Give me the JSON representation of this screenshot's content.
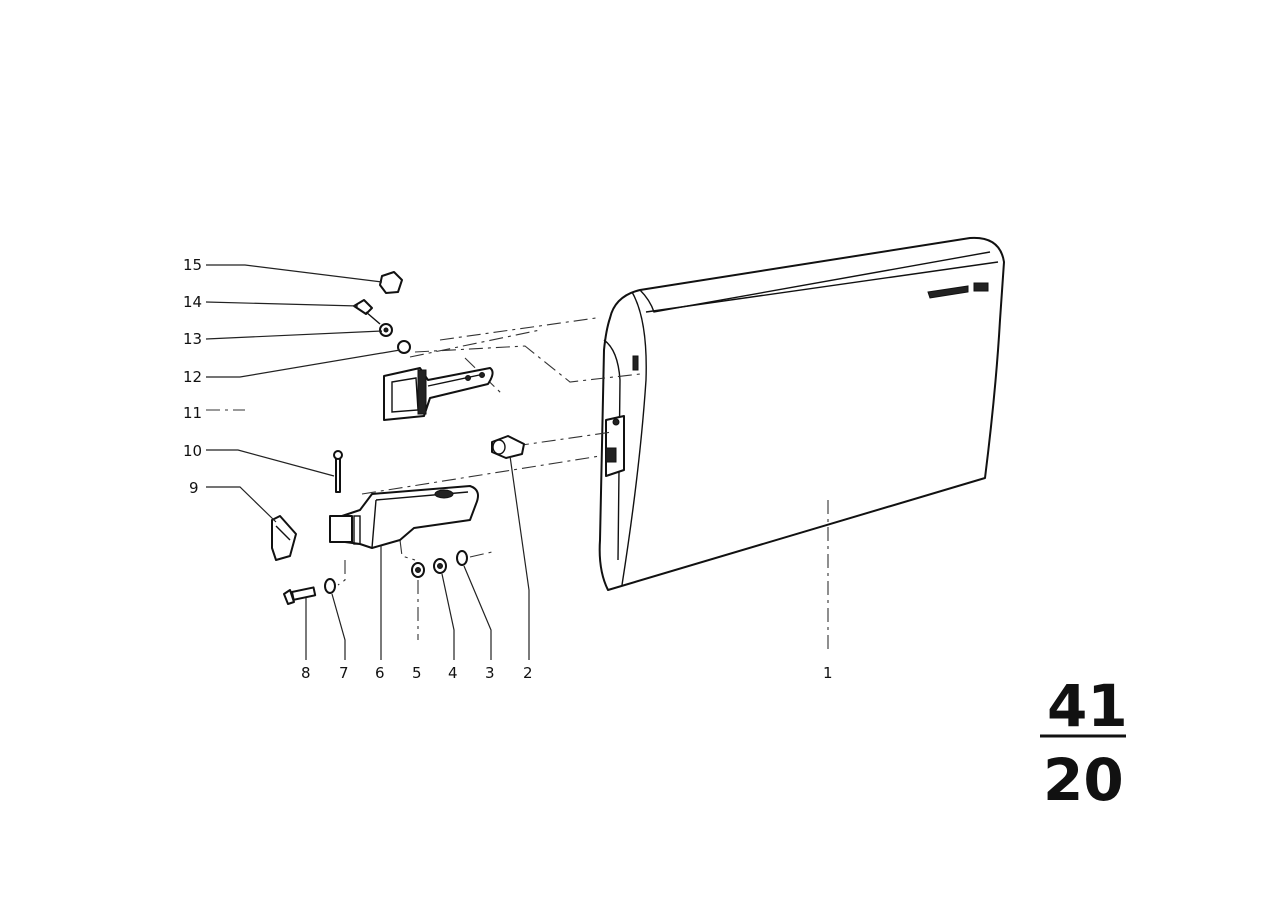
{
  "callouts": {
    "c1": "1",
    "c2": "2",
    "c3": "3",
    "c4": "4",
    "c5": "5",
    "c6": "6",
    "c7": "7",
    "c8": "8",
    "c9": "9",
    "c10": "10",
    "c11": "11",
    "c12": "12",
    "c13": "13",
    "c14": "14",
    "c15": "15"
  },
  "section": {
    "group": "41",
    "subgroup": "20"
  },
  "colors": {
    "ink": "#111111",
    "paper": "#ffffff"
  }
}
